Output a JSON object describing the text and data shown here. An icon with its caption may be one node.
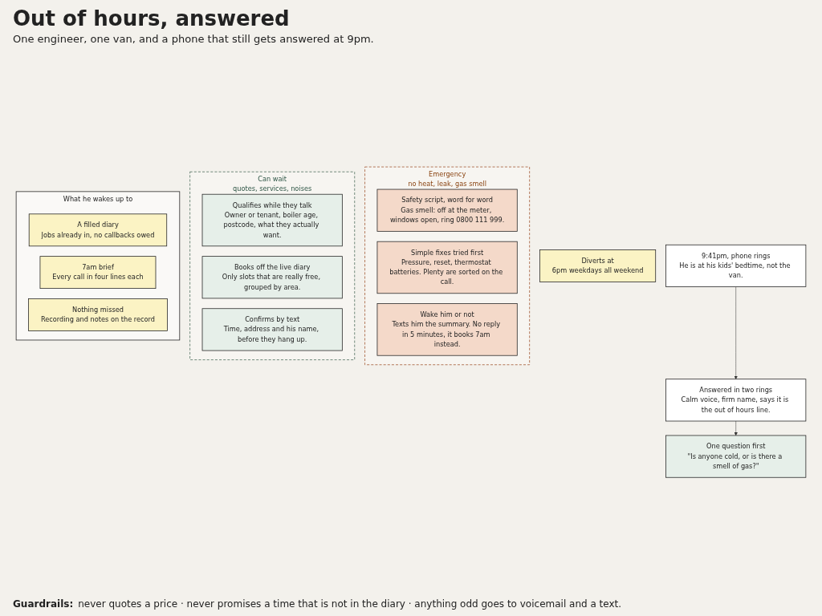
{
  "diagram": {
    "title": "Out of hours, answered",
    "nodes": [
      {
        "text": [
          "Diverts at",
          "6pm weekdays all weekend"
        ]
      },
      {
        "text": [
          "9:41pm, phone rings",
          "He is at his kids' bedtime, not the van."
        ]
      },
      {
        "text": [
          "Answered in two rings",
          "Calm voice, firm name, says it is the out of hours line."
        ]
      },
      {
        "text": [
          "One question first",
          "\"Is anyone cold, or is there a smell of gas?\""
        ]
      },
      {
        "text": [
          "Emergency",
          "no heat, leak, gas smell"
        ]
      },
      {
        "text": [
          "Safety script, word for word",
          "Gas smell: off at the meter, windows open, ring 0800 111 999."
        ],
        "in": 4
      },
      {
        "text": [
          "Simple fixes tried first",
          "Pressure, reset, thermostat batteries. Plenty are sorted on the call."
        ],
        "in": 4
      },
      {
        "text": [
          "Wake him or not",
          "Texts him the summary. No reply in 5 minutes, it books 7am instead."
        ],
        "in": 4
      },
      {
        "text": [
          "Can wait",
          "quotes, services, noises"
        ]
      },
      {
        "text": [
          "Qualifies while they talk",
          "Owner or tenant, boiler age, postcode, what they actually want."
        ],
        "in": 8
      },
      {
        "text": [
          "Books off the live diary",
          "Only slots that are really free, grouped by area."
        ],
        "in": 8
      },
      {
        "text": [
          "Confirms by text",
          "Time, address and his name, before they hang up."
        ],
        "in": 8
      },
      {
        "text": [
          "What he wakes up to"
        ]
      },
      {
        "text": [
          "A filled diary",
          "Jobs already in, no callbacks owed"
        ],
        "in": 12
      },
      {
        "text": [
          "7am brief",
          "Every call in four lines each"
        ],
        "in": 12
      },
      {
        "text": [
          "Nothing missed",
          "Recording and notes on the record"
        ],
        "in": 12
      }
    ],
    "edges": [
      {
        "from": 1,
        "to": 2,
        "arrow": "to"
      },
      {
        "from": 2,
        "to": 3,
        "arrow": "to"
      }
    ],
    "labels": [
      "One engineer, one van, and a phone that still gets answered at 9pm.",
      "Guardrails:",
      "never quotes a price · never promises a time that is not in the diary · anything odd goes to voicemail and a text."
    ]
  }
}
